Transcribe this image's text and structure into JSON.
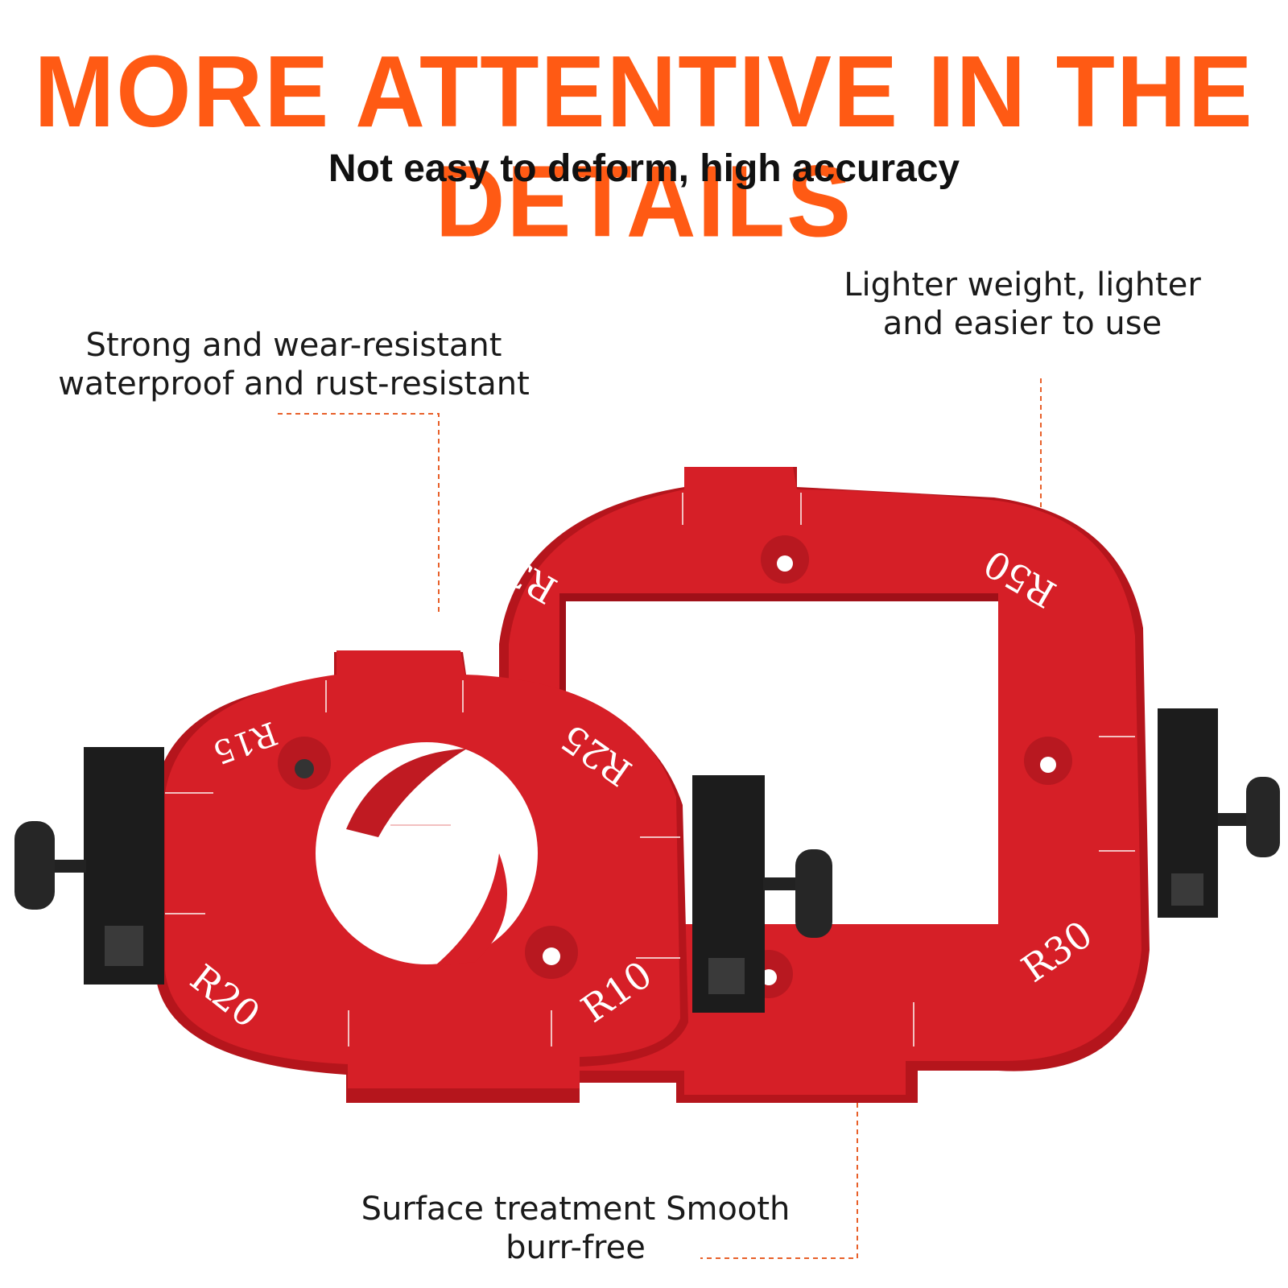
{
  "headline": "MORE ATTENTIVE IN THE DETAILS",
  "subheadline": "Not easy to deform, high accuracy",
  "callouts": {
    "left": {
      "line1": "Strong and wear-resistant",
      "line2": "waterproof and rust-resistant"
    },
    "right": {
      "line1": "Lighter weight, lighter",
      "line2": "and easier to use"
    },
    "bottom": {
      "line1": "Surface treatment Smooth",
      "line2": "burr-free"
    }
  },
  "radius_labels": {
    "large": [
      "R35",
      "R50",
      "R30"
    ],
    "small": [
      "R15",
      "R25",
      "R20",
      "R10"
    ]
  },
  "colors": {
    "accent": "#ff5a14",
    "plate_red": "#d61f27",
    "plate_shadow": "#b5151c",
    "clamp_black": "#1c1c1c",
    "leader_line": "#e8602a"
  },
  "icons": [
    "thumb-screw-icon",
    "clamp-block-icon"
  ]
}
